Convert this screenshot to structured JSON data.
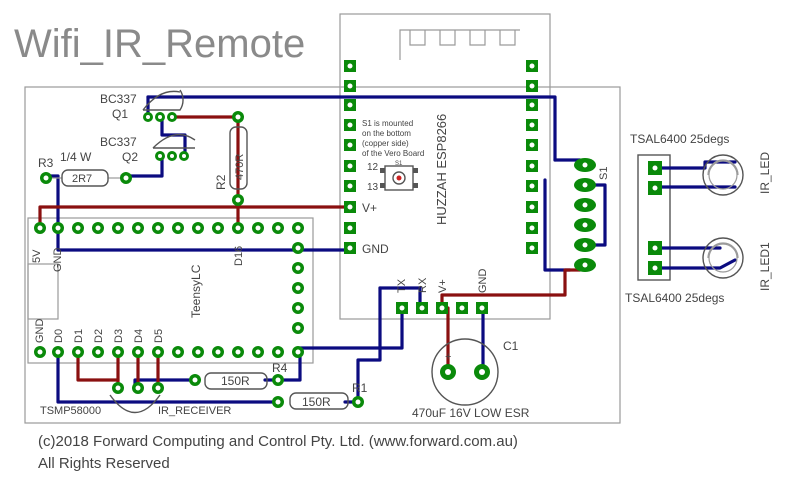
{
  "title": "Wifi_IR_Remote",
  "footer": {
    "line1": "(c)2018 Forward Computing and Control Pty. Ltd. (www.forward.com.au)",
    "line2": "All Rights Reserved"
  },
  "labels": {
    "q1_type": "BC337",
    "q1_name": "Q1",
    "q2_type": "BC337",
    "q2_name": "Q2",
    "r3_name": "R3",
    "r3_rating": "1/4 W",
    "r3_value": "2R7",
    "r2_name": "R2",
    "r2_value": "470R",
    "s1_note": [
      "S1 is mounted",
      "on the bottom",
      "(copper side)",
      "of the Vero Board"
    ],
    "s1_name": "S1",
    "esp_name": "HUZZAH ESP8266",
    "esp_pin_v": "V+",
    "esp_pin_gnd": "GND",
    "esp_pin_tx": "TX",
    "esp_pin_rx": "RX",
    "esp_pin_vplus": "V+",
    "esp_pin_gnd2": "GND",
    "esp_pin_12": "12",
    "esp_pin_13": "13",
    "teensy_name": "TeensyLC",
    "teensy_5v": "5V",
    "teensy_gnd_top": "GND",
    "teensy_d16": "D16",
    "teensy_gnd_bot": "GND",
    "teensy_d0": "D0",
    "teensy_d1": "D1",
    "teensy_d2": "D2",
    "teensy_d3": "D3",
    "teensy_d4": "D4",
    "teensy_d5": "D5",
    "r4_name": "R4",
    "r4_value": "150R",
    "r1_name": "R1",
    "r1_value": "150R",
    "tsmp": "TSMP58000",
    "ir_receiver": "IR_RECEIVER",
    "c1_name": "C1",
    "c1_value": "470uF 16V LOW ESR",
    "s1_conn": "S1",
    "tsal_top": "TSAL6400 25degs",
    "tsal_bot": "TSAL6400 25degs",
    "ir_led": "IR_LED",
    "ir_led1": "IR_LED1"
  },
  "colors": {
    "track_blue": "#0b0b80",
    "track_red": "#8a1010",
    "pad_green": "#0a8a0a"
  }
}
